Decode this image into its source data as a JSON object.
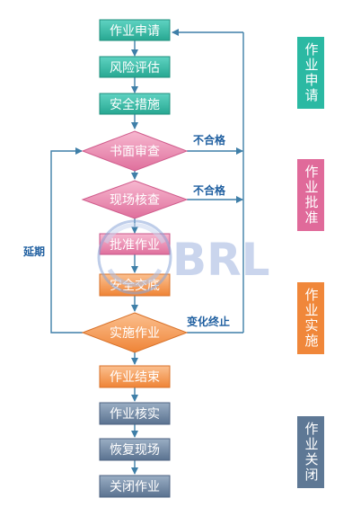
{
  "steps": {
    "apply": "作业申请",
    "risk": "风险评估",
    "measures": "安全措施",
    "review_doc": "书面审查",
    "review_site": "现场核查",
    "approve": "批准作业",
    "briefing": "安全交底",
    "implement": "实施作业",
    "finish": "作业结束",
    "verify": "作业核实",
    "restore": "恢复现场",
    "close": "关闭作业"
  },
  "edges": {
    "fail1": "不合格",
    "fail2": "不合格",
    "delay": "延期",
    "change_stop": "变化终止"
  },
  "watermark": "BRL",
  "phases": {
    "apply": "作业申请",
    "approve": "作业批准",
    "implement": "作业实施",
    "close": "作业关闭"
  },
  "colors": {
    "teal": "#2bb9a3",
    "pink": "#e06a9a",
    "orange": "#f0873a",
    "slate": "#5e7895",
    "line": "#3f7fa8",
    "label": "#1f5fa0"
  }
}
